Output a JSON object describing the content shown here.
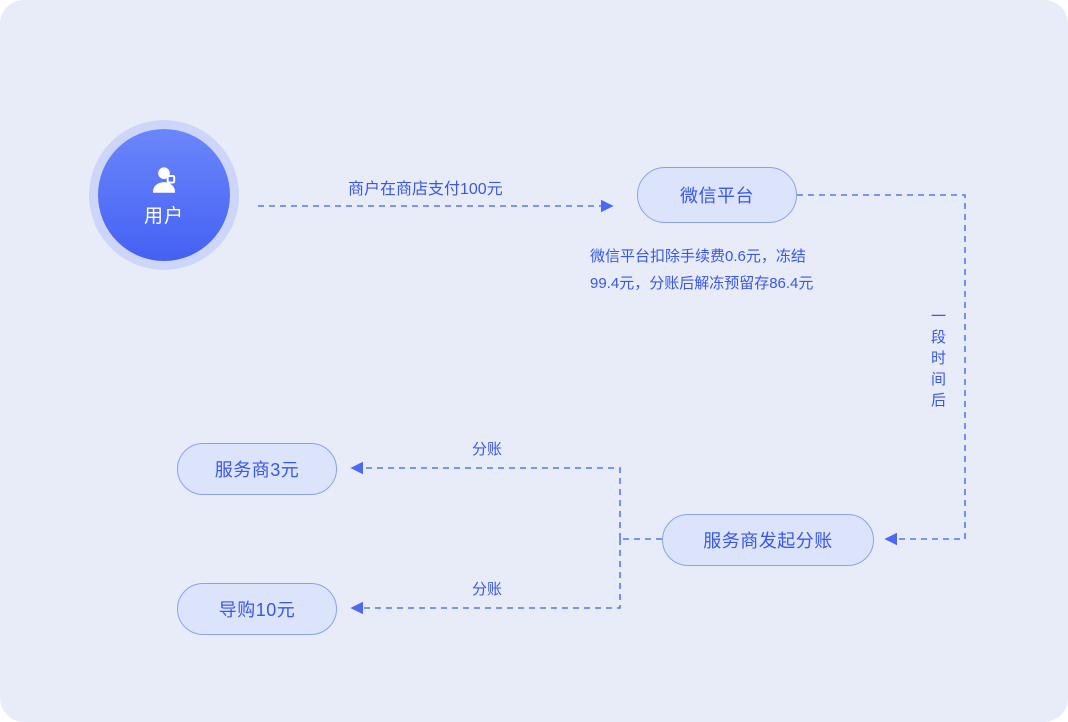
{
  "colors": {
    "background": "#e7ecf8",
    "accent_text": "#3a57e8",
    "node_fill": "#dce4fb",
    "node_border": "#8ba1f0",
    "user_circle": "#4d68f5",
    "wire": "#5b76f2"
  },
  "nodes": {
    "user": {
      "label": "用户"
    },
    "wechat": {
      "label": "微信平台"
    },
    "initiate": {
      "label": "服务商发起分账"
    },
    "provider": {
      "label": "服务商3元"
    },
    "guide": {
      "label": "导购10元"
    }
  },
  "edges": {
    "pay": {
      "label": "商户在商店支付100元"
    },
    "wait": {
      "label": "一段时间后"
    },
    "split_top": {
      "label": "分账"
    },
    "split_bottom": {
      "label": "分账"
    }
  },
  "note": {
    "line1": "微信平台扣除手续费0.6元，冻结",
    "line2": "99.4元，分账后解冻预留存86.4元"
  }
}
